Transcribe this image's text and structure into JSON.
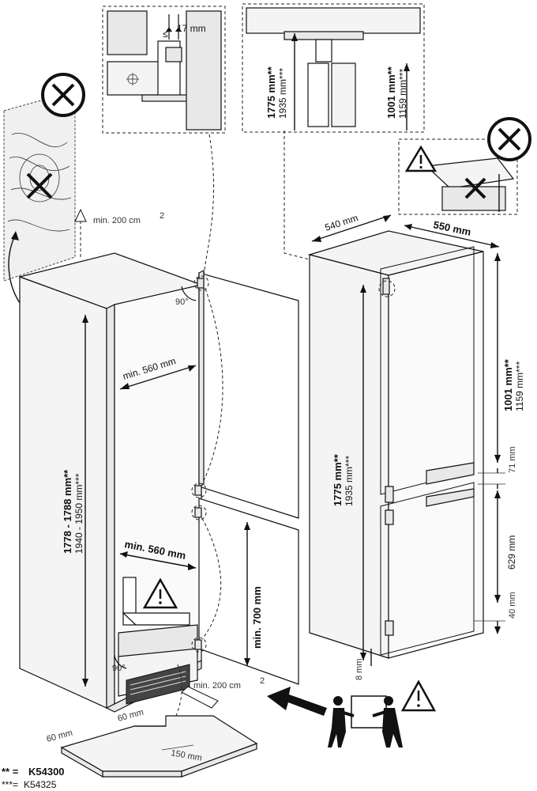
{
  "hinge_detail": {
    "gap_prefix": "≤",
    "gap": "17 mm"
  },
  "top_detail": {
    "height_k54300": "1775 mm**",
    "height_k54325": "1935 mm***",
    "fridge_k54300": "1001 mm**",
    "fridge_k54325": "1159 mm***"
  },
  "vent_top": {
    "label": "min. 200 cm",
    "sup": "2"
  },
  "vent_bottom": {
    "label": "min. 200 cm",
    "sup": "2"
  },
  "niche": {
    "width_top": "min. 560 mm",
    "width_bottom": "min. 560 mm",
    "height_k54300": "1778 - 1788 mm**",
    "height_k54325": "1940 - 1950 mm***",
    "door_min": "min. 700 mm",
    "angle_top": "90°",
    "angle_bottom": "90°"
  },
  "appliance": {
    "depth": "540 mm",
    "width": "550 mm",
    "height_k54300": "1775 mm**",
    "height_k54325": "1935 mm***",
    "fridge_k54300": "1001 mm**",
    "fridge_k54325": "1159 mm***",
    "gap_mid": "71 mm",
    "freezer": "629 mm",
    "bottom": "40 mm",
    "foot": "8 mm"
  },
  "base_plate": {
    "w1": "60 mm",
    "w2": "60 mm",
    "w3": "150 mm"
  },
  "legend": {
    "k54300_key": "** =",
    "k54300": "K54300",
    "k54325_key": "***=",
    "k54325": "K54325"
  },
  "colors": {
    "line": "#111111",
    "panel": "#f4f4f4",
    "wood": "#f0f0f0"
  }
}
